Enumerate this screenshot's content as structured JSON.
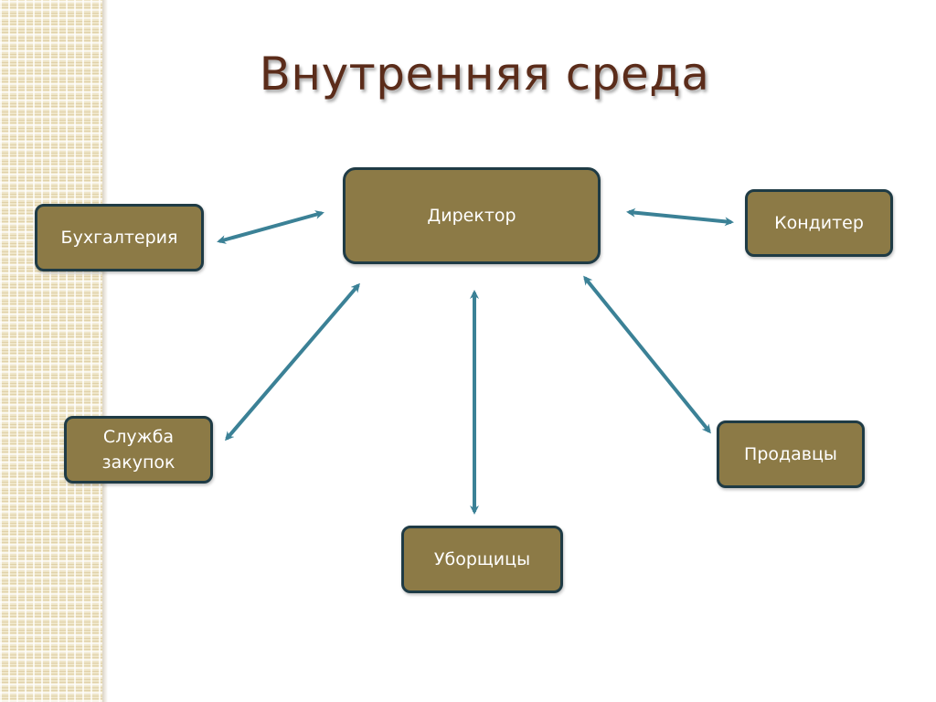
{
  "slide": {
    "title": "Внутренняя среда"
  },
  "nodes": {
    "director": "Директор",
    "accounting": "Бухгалтерия",
    "confectioner": "Кондитер",
    "procurement_line1": "Служба",
    "procurement_line2": "закупок",
    "sellers": "Продавцы",
    "cleaners": "Уборщицы"
  },
  "colors": {
    "node_fill": "#8c7a46",
    "node_border": "#1f3b45",
    "arrow": "#3b8196",
    "title": "#5b2c1a"
  },
  "connections": [
    {
      "from": "Директор",
      "to": "Бухгалтерия",
      "type": "bidirectional"
    },
    {
      "from": "Директор",
      "to": "Кондитер",
      "type": "bidirectional"
    },
    {
      "from": "Директор",
      "to": "Служба закупок",
      "type": "bidirectional"
    },
    {
      "from": "Директор",
      "to": "Уборщицы",
      "type": "bidirectional"
    },
    {
      "from": "Директор",
      "to": "Продавцы",
      "type": "bidirectional"
    }
  ]
}
